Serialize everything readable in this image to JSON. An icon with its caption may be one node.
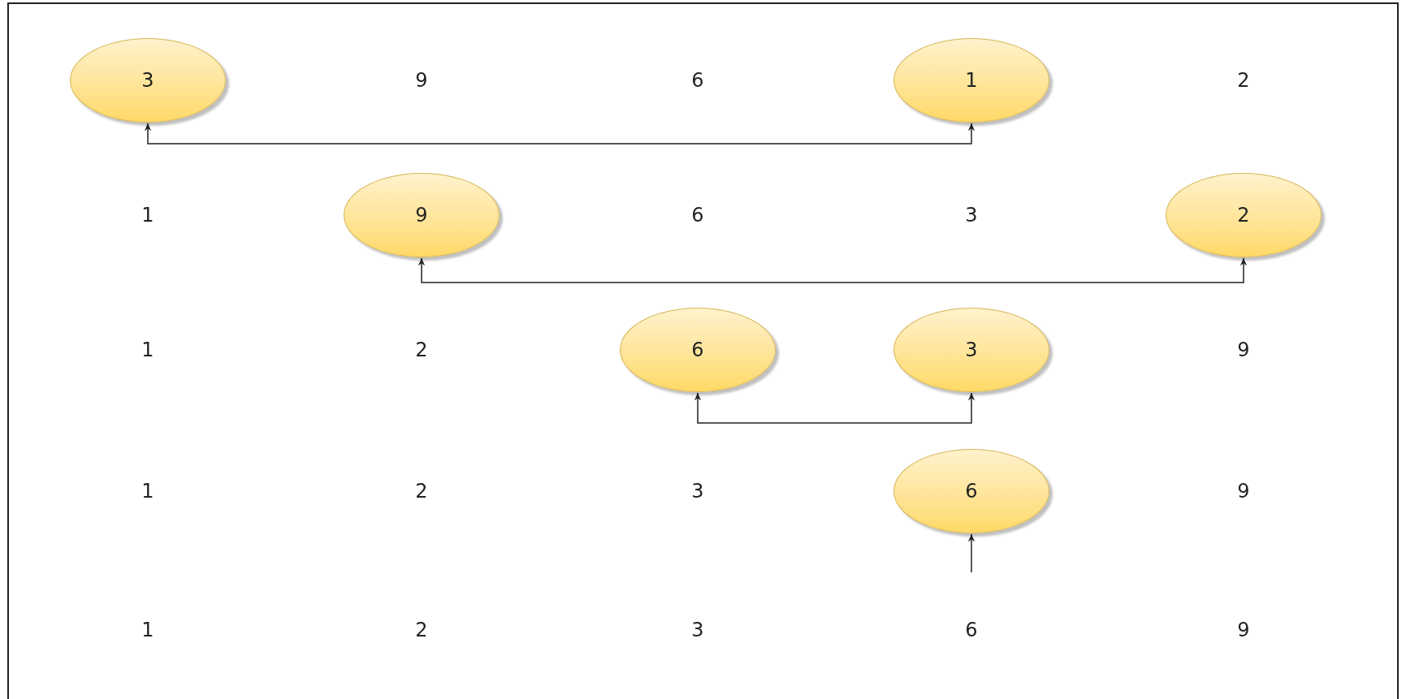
{
  "diagram": {
    "nodes": [
      {
        "text": [
          "3"
        ]
      },
      {
        "text": [
          "1"
        ]
      },
      {
        "text": [
          "9"
        ]
      },
      {
        "text": [
          "2"
        ]
      },
      {
        "text": [
          "6"
        ]
      },
      {
        "text": [
          "3"
        ]
      },
      {
        "text": [
          "6"
        ]
      }
    ],
    "edges": [
      {
        "from": 0,
        "to": 1,
        "arrow": "both"
      },
      {
        "from": 2,
        "to": 3,
        "arrow": "both"
      },
      {
        "from": 4,
        "to": 5,
        "arrow": "both"
      },
      {
        "from": null,
        "to": 6,
        "arrow": "to"
      }
    ],
    "labels": [
      "9",
      "6",
      "2",
      "1",
      "6",
      "3",
      "1",
      "2",
      "9",
      "1",
      "2",
      "3",
      "9",
      "1",
      "2",
      "3",
      "6",
      "9"
    ]
  }
}
